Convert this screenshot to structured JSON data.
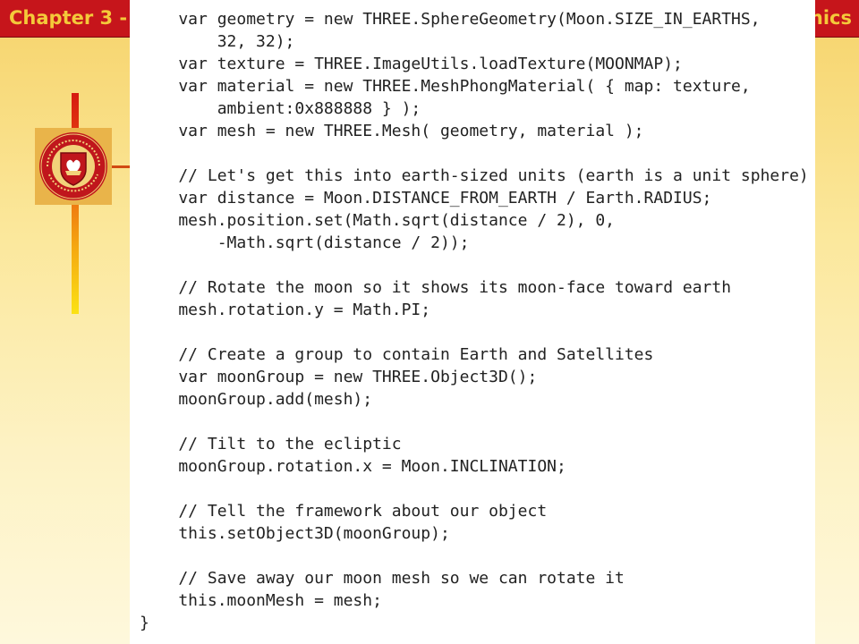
{
  "slide": {
    "title_left": "Chapter 3 -",
    "title_right": "nics"
  },
  "colors": {
    "title_bar": "#c6151b",
    "title_text": "#f4c93a",
    "seal_red": "#c0161c",
    "seal_gold": "#e9b44a"
  },
  "icons": {
    "seal": "university-seal-icon"
  },
  "code": {
    "lines": [
      "    var geometry = new THREE.SphereGeometry(Moon.SIZE_IN_EARTHS,",
      "        32, 32);",
      "    var texture = THREE.ImageUtils.loadTexture(MOONMAP);",
      "    var material = new THREE.MeshPhongMaterial( { map: texture,",
      "        ambient:0x888888 } );",
      "    var mesh = new THREE.Mesh( geometry, material );",
      "",
      "    // Let's get this into earth-sized units (earth is a unit sphere)",
      "    var distance = Moon.DISTANCE_FROM_EARTH / Earth.RADIUS;",
      "    mesh.position.set(Math.sqrt(distance / 2), 0,",
      "        -Math.sqrt(distance / 2));",
      "",
      "    // Rotate the moon so it shows its moon-face toward earth",
      "    mesh.rotation.y = Math.PI;",
      "",
      "    // Create a group to contain Earth and Satellites",
      "    var moonGroup = new THREE.Object3D();",
      "    moonGroup.add(mesh);",
      "",
      "    // Tilt to the ecliptic",
      "    moonGroup.rotation.x = Moon.INCLINATION;",
      "",
      "    // Tell the framework about our object",
      "    this.setObject3D(moonGroup);",
      "",
      "    // Save away our moon mesh so we can rotate it",
      "    this.moonMesh = mesh;",
      "}"
    ]
  }
}
